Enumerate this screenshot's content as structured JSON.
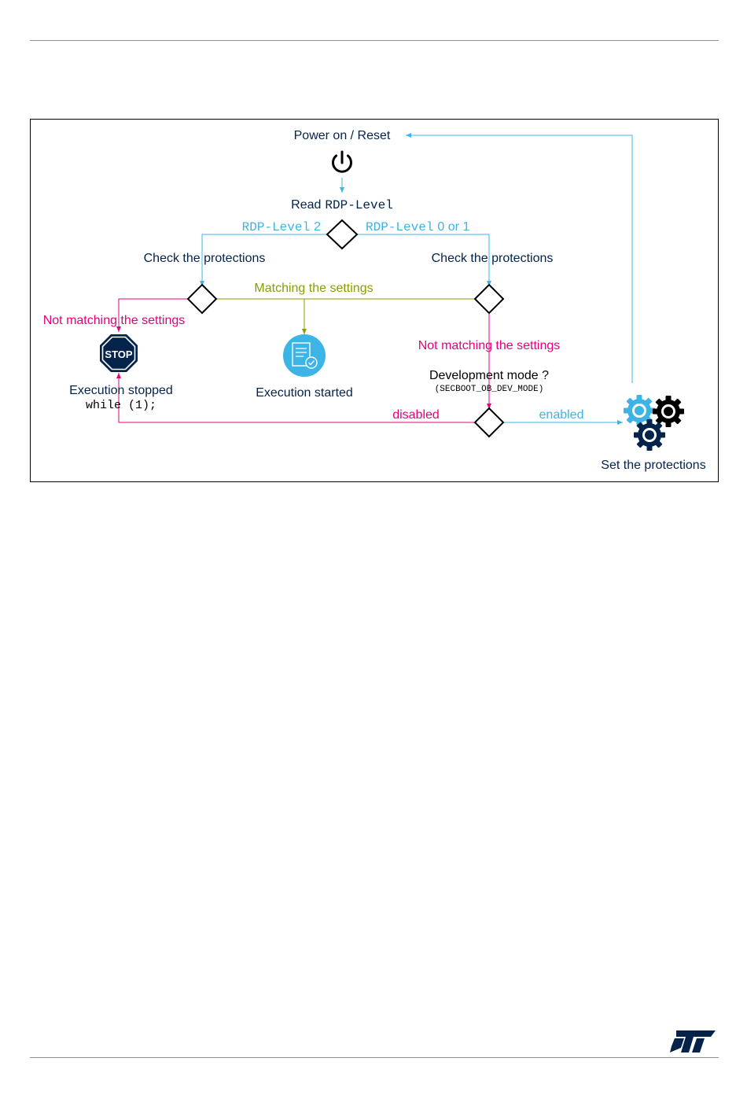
{
  "diagram": {
    "power_on": "Power on / Reset",
    "read_prefix": "Read",
    "read_code": "RDP-Level",
    "branch_left_code": "RDP-Level",
    "branch_left_suffix": "2",
    "branch_right_code": "RDP-Level",
    "branch_right_suffix": "0 or 1",
    "check_left": "Check the protections",
    "check_right": "Check the protections",
    "matching": "Matching the settings",
    "not_matching_left": "Not matching the settings",
    "not_matching_right": "Not matching the settings",
    "stop_sign": "STOP",
    "exec_stopped": "Execution stopped",
    "exec_stopped_code": "while (1);",
    "exec_started": "Execution started",
    "dev_mode": "Development mode ?",
    "dev_mode_code": "(SECBOOT_OB_DEV_MODE)",
    "disabled": "disabled",
    "enabled": "enabled",
    "set_protections": "Set the protections"
  },
  "colors": {
    "dark_text": "#03234b",
    "blue": "#3cb4e6",
    "pink": "#e6007e",
    "olive": "#8c9b00",
    "black": "#000000"
  },
  "icons": [
    "power-icon",
    "stop-sign-icon",
    "document-check-icon",
    "gears-icon",
    "st-logo-icon"
  ]
}
